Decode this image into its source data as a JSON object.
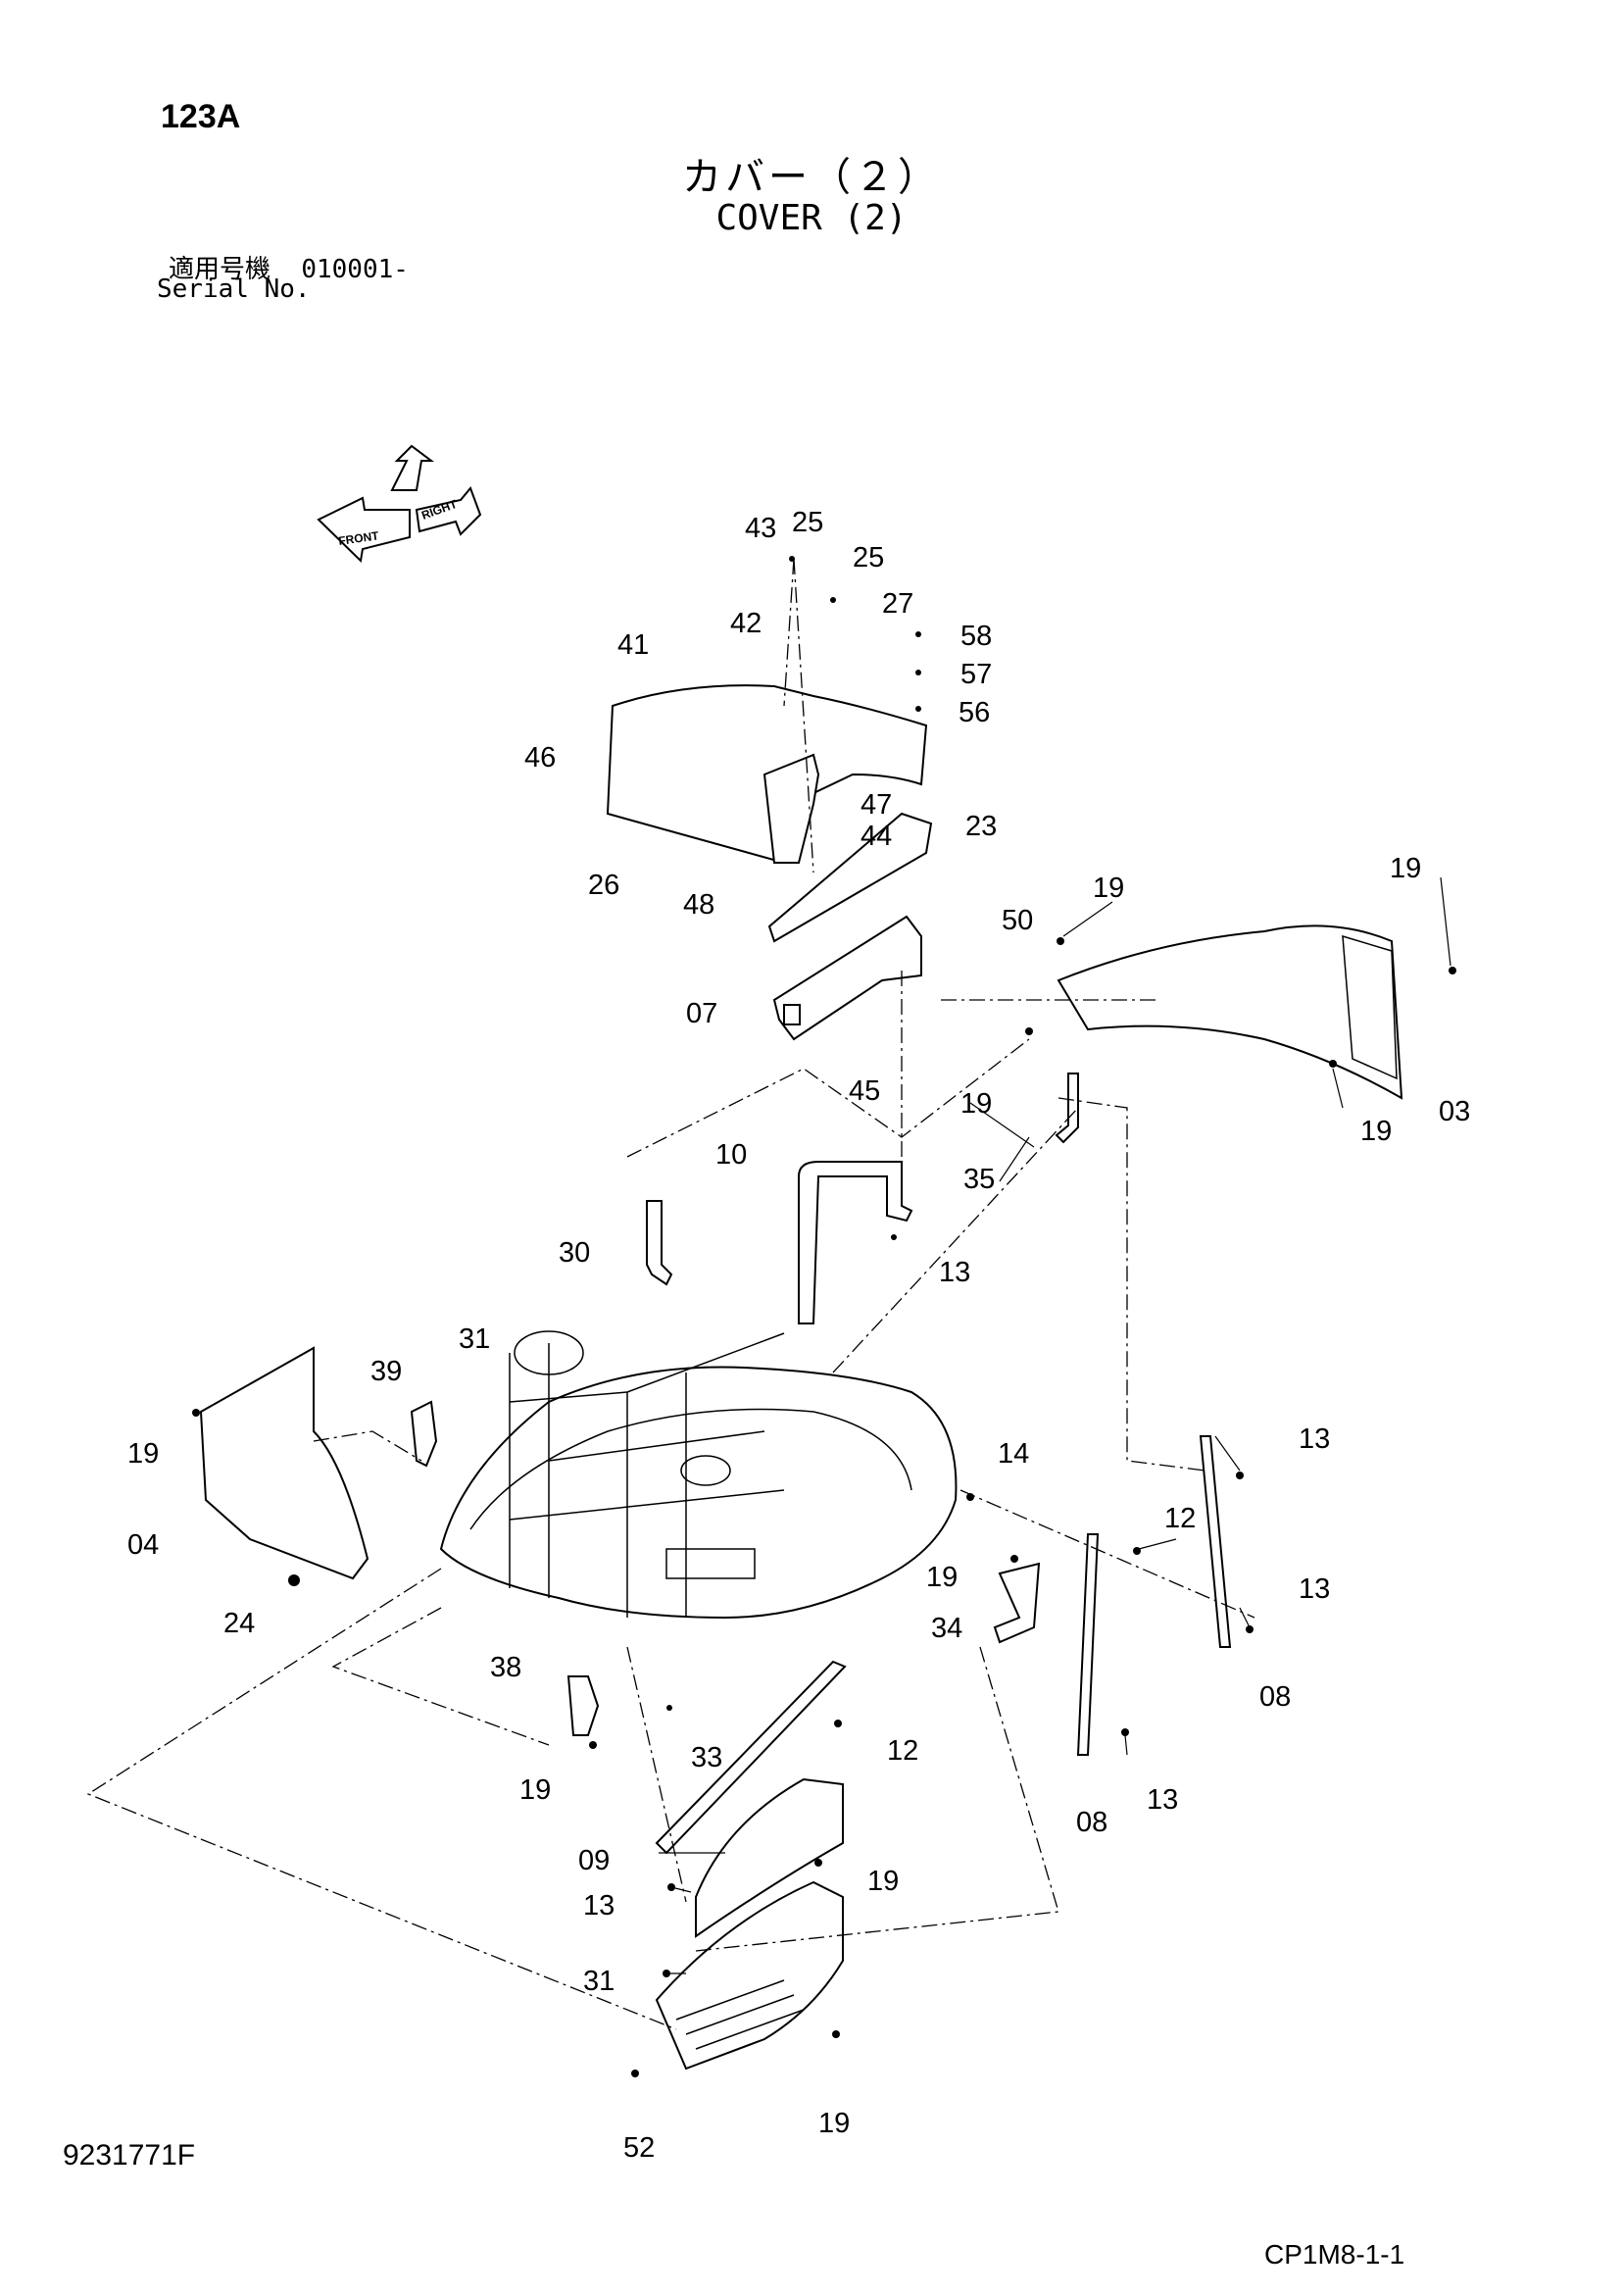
{
  "header": {
    "page_code": "123A",
    "title_jp": "カバー（２）",
    "title_en": "COVER (2)",
    "serial_label_jp": "適用号機",
    "serial_value": "010001-",
    "serial_label_en": "Serial No."
  },
  "orientation_icon": {
    "labels": [
      "FRONT",
      "RIGHT"
    ]
  },
  "callouts": [
    {
      "label": "43"
    },
    {
      "label": "25"
    },
    {
      "label": "25"
    },
    {
      "label": "27"
    },
    {
      "label": "58"
    },
    {
      "label": "57"
    },
    {
      "label": "56"
    },
    {
      "label": "42"
    },
    {
      "label": "41"
    },
    {
      "label": "46"
    },
    {
      "label": "47"
    },
    {
      "label": "44"
    },
    {
      "label": "23"
    },
    {
      "label": "26"
    },
    {
      "label": "48"
    },
    {
      "label": "50"
    },
    {
      "label": "19"
    },
    {
      "label": "19"
    },
    {
      "label": "07"
    },
    {
      "label": "45"
    },
    {
      "label": "03"
    },
    {
      "label": "19"
    },
    {
      "label": "19"
    },
    {
      "label": "35"
    },
    {
      "label": "10"
    },
    {
      "label": "30"
    },
    {
      "label": "13"
    },
    {
      "label": "31"
    },
    {
      "label": "39"
    },
    {
      "label": "19"
    },
    {
      "label": "14"
    },
    {
      "label": "13"
    },
    {
      "label": "04"
    },
    {
      "label": "12"
    },
    {
      "label": "13"
    },
    {
      "label": "19"
    },
    {
      "label": "24"
    },
    {
      "label": "34"
    },
    {
      "label": "08"
    },
    {
      "label": "38"
    },
    {
      "label": "33"
    },
    {
      "label": "12"
    },
    {
      "label": "19"
    },
    {
      "label": "13"
    },
    {
      "label": "08"
    },
    {
      "label": "09"
    },
    {
      "label": "19"
    },
    {
      "label": "13"
    },
    {
      "label": "31"
    },
    {
      "label": "52"
    },
    {
      "label": "19"
    }
  ],
  "footer": {
    "doc_number": "9231771F",
    "sheet_code": "CP1M8-1-1"
  }
}
